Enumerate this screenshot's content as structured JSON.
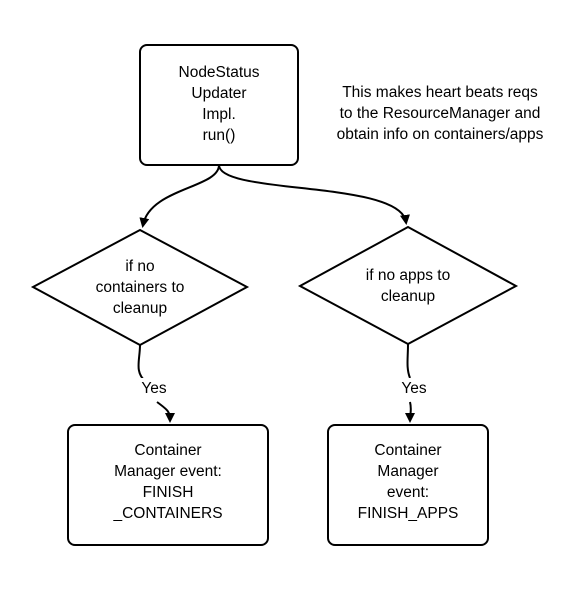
{
  "nodes": {
    "updater": {
      "lines": [
        "NodeStatus",
        "Updater",
        "Impl.",
        "run()"
      ]
    },
    "note": {
      "lines": [
        "This makes heart beats reqs",
        "to the ResourceManager and",
        "obtain info on containers/apps"
      ]
    },
    "decision_left": {
      "lines": [
        "if no",
        "containers to",
        "cleanup"
      ]
    },
    "decision_right": {
      "lines": [
        "if no apps to",
        "cleanup"
      ]
    },
    "box_left": {
      "lines": [
        "Container",
        "Manager event:",
        "FINISH",
        "_CONTAINERS"
      ]
    },
    "box_right": {
      "lines": [
        "Container",
        "Manager",
        "event:",
        "FINISH_APPS"
      ]
    }
  },
  "edges": {
    "left_label": "Yes",
    "right_label": "Yes"
  }
}
